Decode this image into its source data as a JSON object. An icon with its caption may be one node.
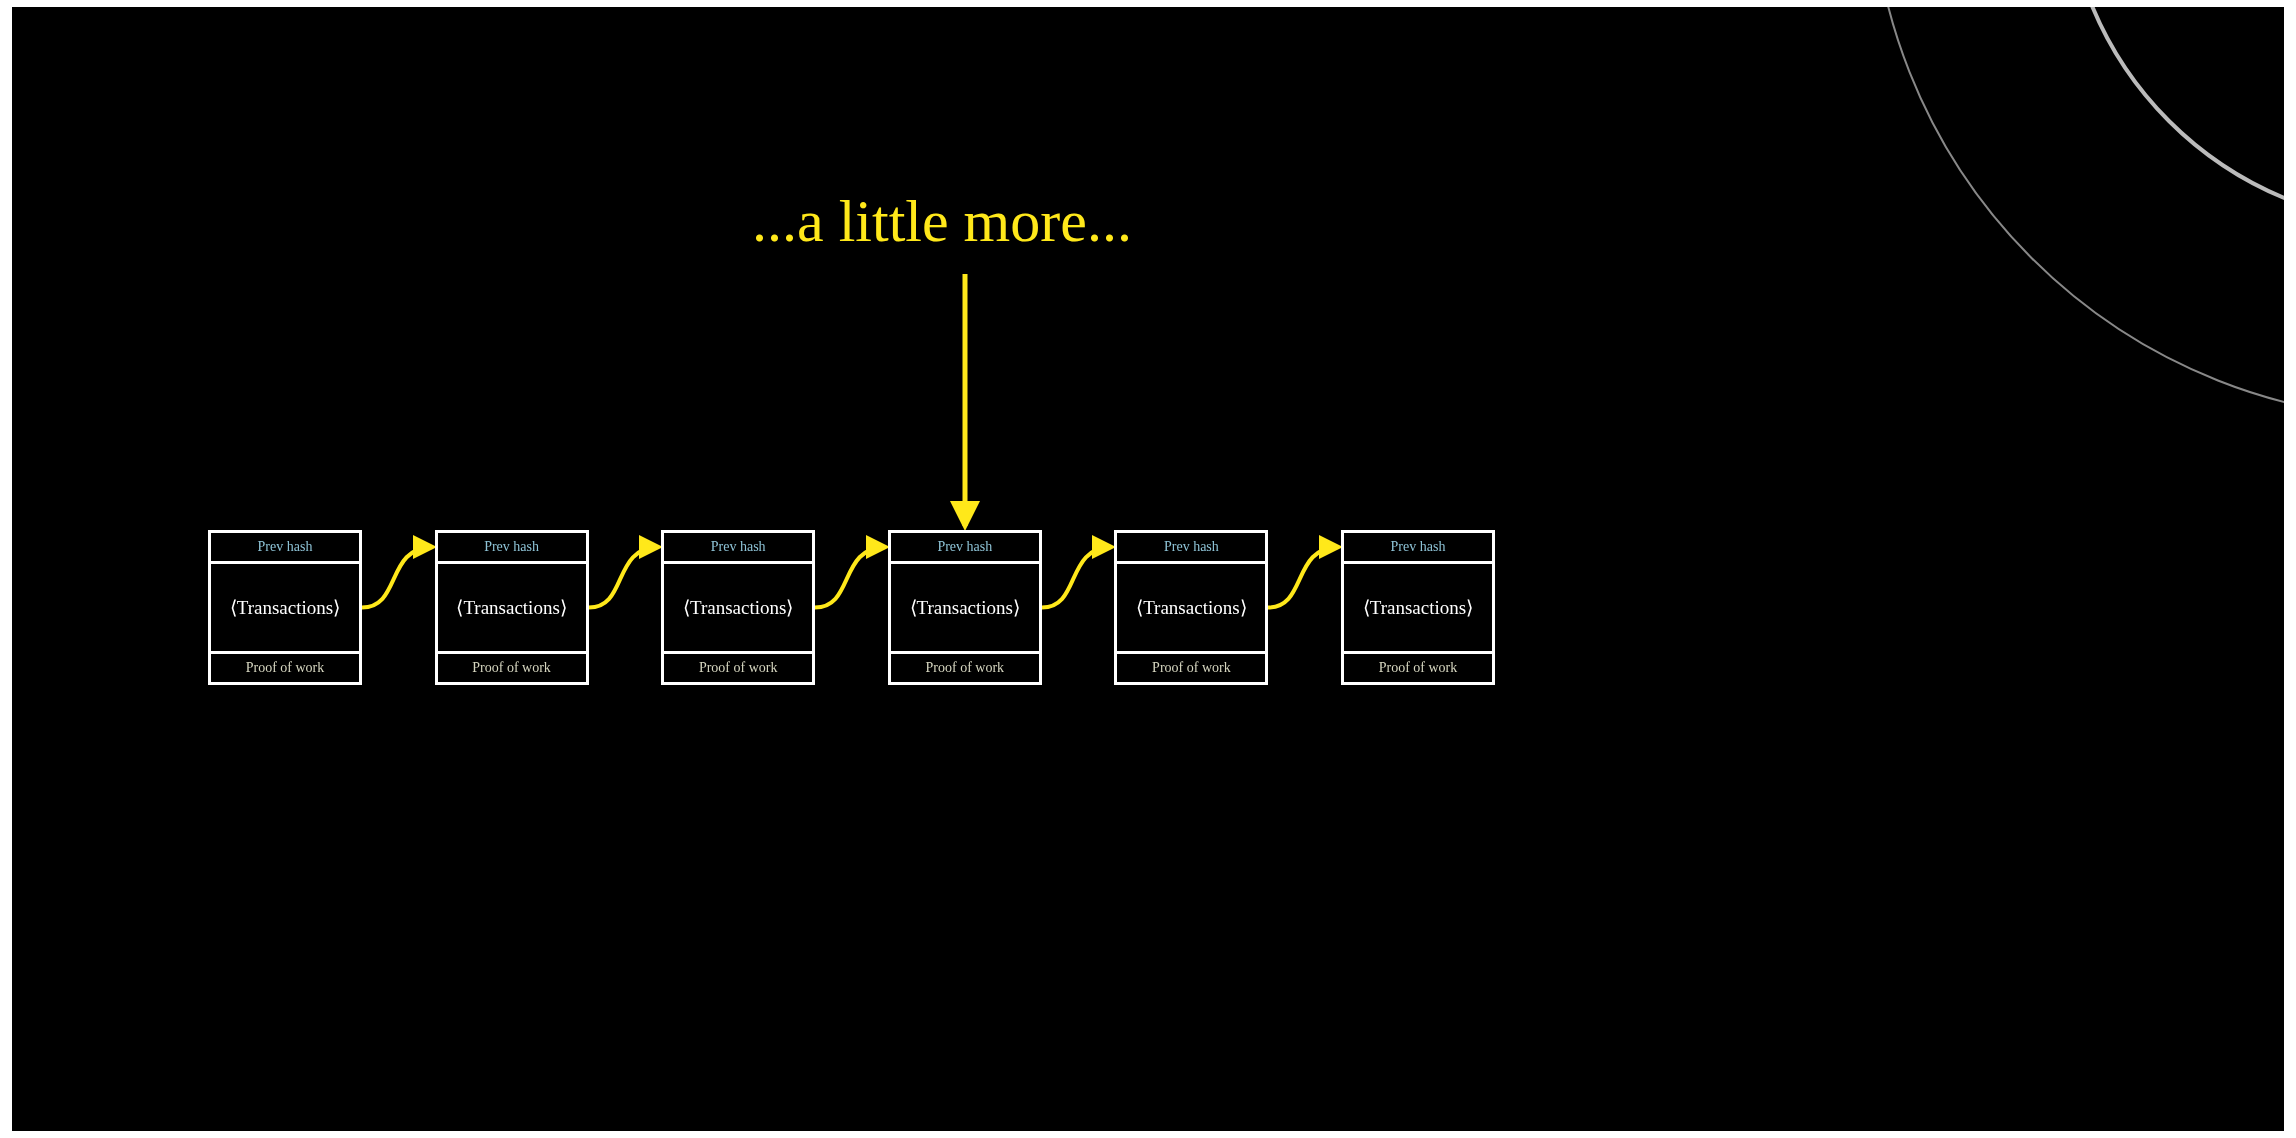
{
  "diagram": {
    "nodes": [
      {
        "text": [
          "...a little more..."
        ]
      },
      {
        "text": [
          "Prev hash",
          "⟨Transactions⟩",
          "Proof of work"
        ]
      },
      {
        "text": [
          "Prev hash",
          "⟨Transactions⟩",
          "Proof of work"
        ]
      },
      {
        "text": [
          "Prev hash",
          "⟨Transactions⟩",
          "Proof of work"
        ]
      },
      {
        "text": [
          "Prev hash",
          "⟨Transactions⟩",
          "Proof of work"
        ]
      },
      {
        "text": [
          "Prev hash",
          "⟨Transactions⟩",
          "Proof of work"
        ]
      },
      {
        "text": [
          "Prev hash",
          "⟨Transactions⟩",
          "Proof of work"
        ]
      }
    ],
    "edges": [
      {
        "from": 0,
        "to": 4,
        "arrow": "to"
      },
      {
        "from": 1,
        "to": 2,
        "arrow": "to"
      },
      {
        "from": 2,
        "to": 3,
        "arrow": "to"
      },
      {
        "from": 3,
        "to": 4,
        "arrow": "to"
      },
      {
        "from": 4,
        "to": 5,
        "arrow": "to"
      },
      {
        "from": 5,
        "to": 6,
        "arrow": "to"
      }
    ]
  }
}
